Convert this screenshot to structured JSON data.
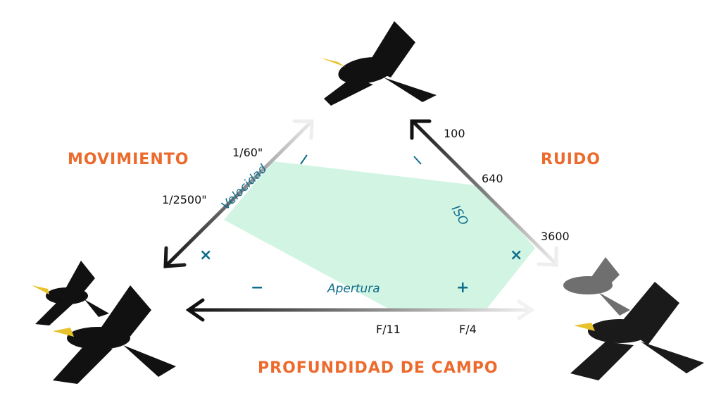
{
  "labels": {
    "movimiento": "MOVIMIENTO",
    "ruido": "RUIDO",
    "profundidad": "PROFUNDIDAD DE CAMPO"
  },
  "speed": {
    "axis": "Velocidad",
    "slow": "1/60\"",
    "fast": "1/2500\""
  },
  "iso": {
    "axis": "ISO",
    "low": "100",
    "mid": "640",
    "high": "3600"
  },
  "aperture": {
    "axis": "Apertura",
    "closed": "F/11",
    "open": "F/4"
  },
  "signs": {
    "minus": "−",
    "plus": "+",
    "times": "×"
  },
  "colors": {
    "orange": "#ec6a2c",
    "blue": "#0f6e8c",
    "fill": "#d2f5e3"
  }
}
